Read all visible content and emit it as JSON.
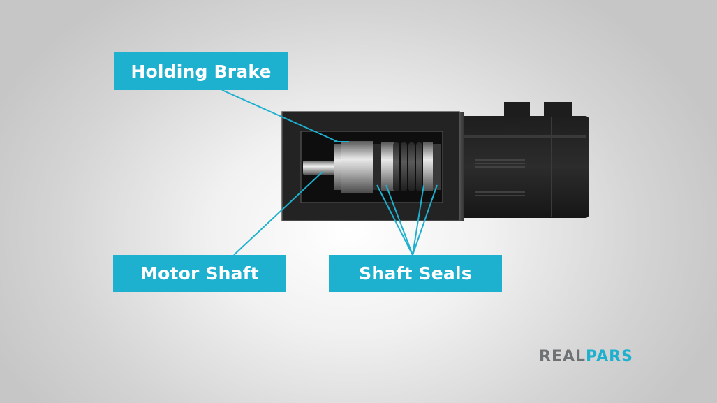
{
  "labels": {
    "holding_brake": "Holding Brake",
    "motor_shaft": "Motor Shaft",
    "shaft_seals": "Shaft Seals"
  },
  "logo": {
    "part1": "REAL",
    "part2": "PARS"
  },
  "colors": {
    "accent": "#1eb0cf",
    "motor_body": "#1c1c1c",
    "logo_gray": "#6f7275"
  }
}
